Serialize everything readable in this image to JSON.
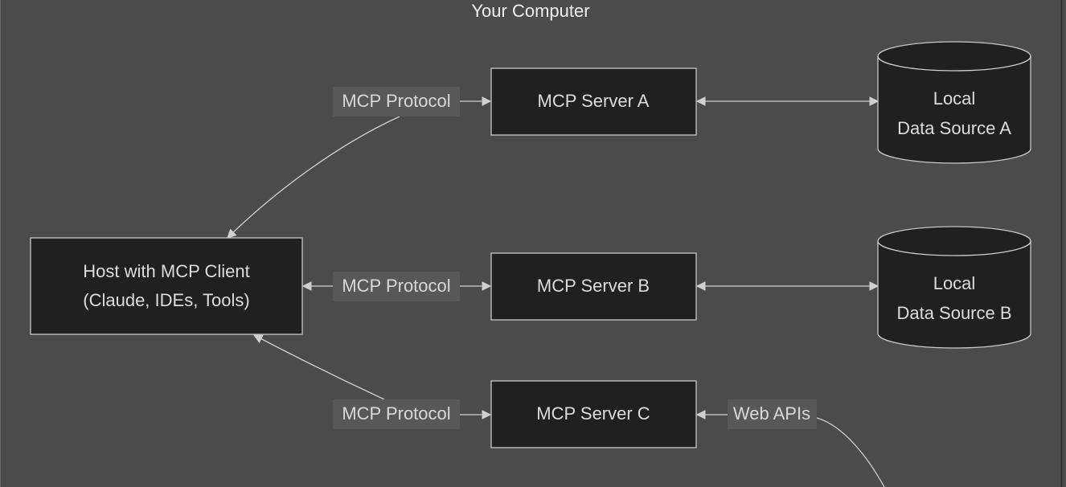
{
  "subgraph": {
    "title": "Your Computer"
  },
  "nodes": {
    "host": {
      "line1": "Host with MCP Client",
      "line2": "(Claude, IDEs, Tools)"
    },
    "server_a": {
      "label": "MCP Server A"
    },
    "server_b": {
      "label": "MCP Server B"
    },
    "server_c": {
      "label": "MCP Server C"
    },
    "data_a": {
      "line1": "Local",
      "line2": "Data Source A"
    },
    "data_b": {
      "line1": "Local",
      "line2": "Data Source B"
    }
  },
  "edges": {
    "host_a": "MCP Protocol",
    "host_b": "MCP Protocol",
    "host_c": "MCP Protocol",
    "web": "Web APIs"
  },
  "colors": {
    "background": "#4a4b4a",
    "node_fill": "#1f201f",
    "stroke": "#c8c8c8",
    "label_bg": "#585858"
  }
}
